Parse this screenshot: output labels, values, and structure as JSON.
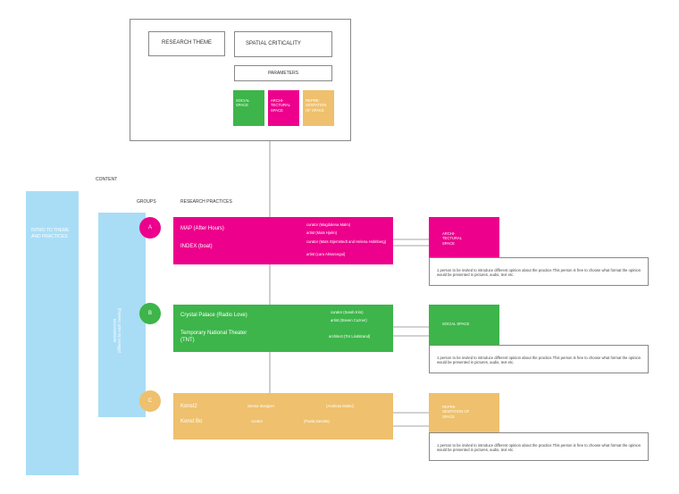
{
  "colors": {
    "magenta": "#EC008C",
    "green": "#3DB54A",
    "orange": "#EFC06D",
    "light_blue": "#A9DDF6",
    "line": "#888888"
  },
  "top": {
    "research_theme": "RESEARCH THEME",
    "spatial_criticality": "SPATIAL CRITICALITY",
    "parameters": "PARAMETERS",
    "param_social": "SOCIAL SPACE",
    "param_arch": "ARCHI-TECTURAL SPACE",
    "param_repr": "REPRE-SENTATION OF SPACE"
  },
  "labels": {
    "content": "CONTENT",
    "groups": "GROUPS",
    "research_practices": "RESEARCH PRACTICES",
    "intro": "INTRO TO THEME AND PRACTICES",
    "moderator": "MODERATOR",
    "moderator_sub": "(different for each meeting)"
  },
  "groups": {
    "a": {
      "letter": "A",
      "p1": "MAP (After Hours)",
      "p2": "INDEX (boat)",
      "r1": "curator  (Magdalena Malm)",
      "r2": "artist    (Mats Hjelm)",
      "r3": "curator  (Mats Stjernstedt and Helena Holmberg)",
      "r4": "artist    (Lara Almarcegui)",
      "side": "ARCHI-TECTURAL SPACE"
    },
    "b": {
      "letter": "B",
      "p1": "Crystal Palace (Radio Love)",
      "p2": "Temporary National Theater (TNT)",
      "r1": "curator   (Sarah Kim)",
      "r2": "artist     (Steven Cuzner)",
      "r3": "architect   (Tor Lindstrand)",
      "side": "SOCIAL SPACE"
    },
    "c": {
      "letter": "C",
      "p1": "Konst2",
      "p2": "Konst Bo",
      "r1": "interior designer",
      "r1n": "(Andreas Mattei)",
      "r2": "curator",
      "r2n": "(Paola Zanotta)",
      "side": "REPRE-SENTATION OF SPACE"
    }
  },
  "note": "1 person to be invited to introduce different opinion about the practice.This person is free to choose what format the opinion would be presented in pictures, audio, text etc."
}
